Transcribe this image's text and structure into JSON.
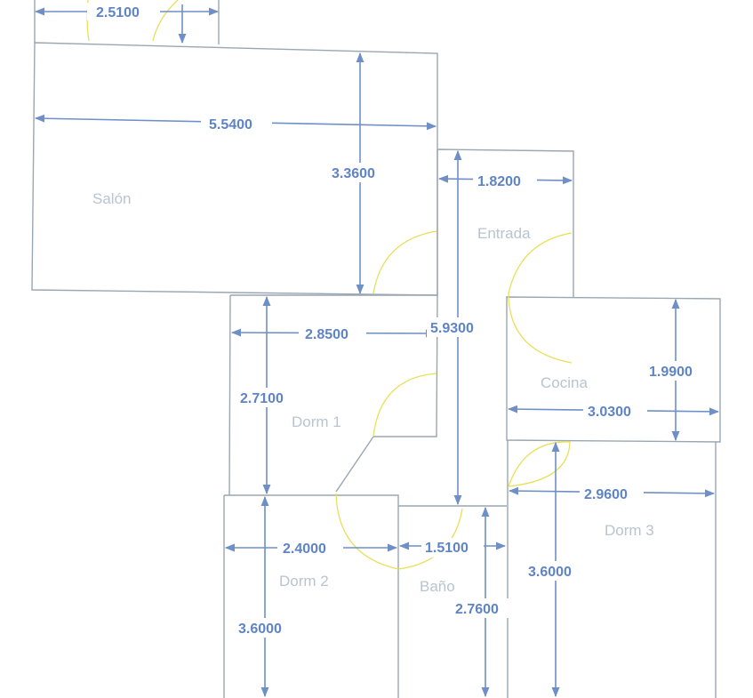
{
  "rooms": {
    "salon": "Salón",
    "entrada": "Entrada",
    "dorm1": "Dorm 1",
    "cocina": "Cocina",
    "dorm2": "Dorm 2",
    "bano": "Baño",
    "dorm3": "Dorm 3"
  },
  "dimensions": {
    "top_width": "2.5100",
    "salon_width": "5.5400",
    "salon_height": "3.3600",
    "entrada_width": "1.8200",
    "hall_height": "5.9300",
    "dorm1_width": "2.8500",
    "dorm1_height": "2.7100",
    "cocina_height": "1.9900",
    "cocina_width": "3.0300",
    "dorm3_width": "2.9600",
    "dorm3_height": "3.6000",
    "dorm2_width": "2.4000",
    "bano_width": "1.5100",
    "bano_height": "2.7600",
    "dorm2_height": "3.6000"
  },
  "colors": {
    "walls": "#9aa6b2",
    "doors": "#e9df5a",
    "dimensions": "#5f84c6",
    "room_labels": "#b9c4cf"
  }
}
